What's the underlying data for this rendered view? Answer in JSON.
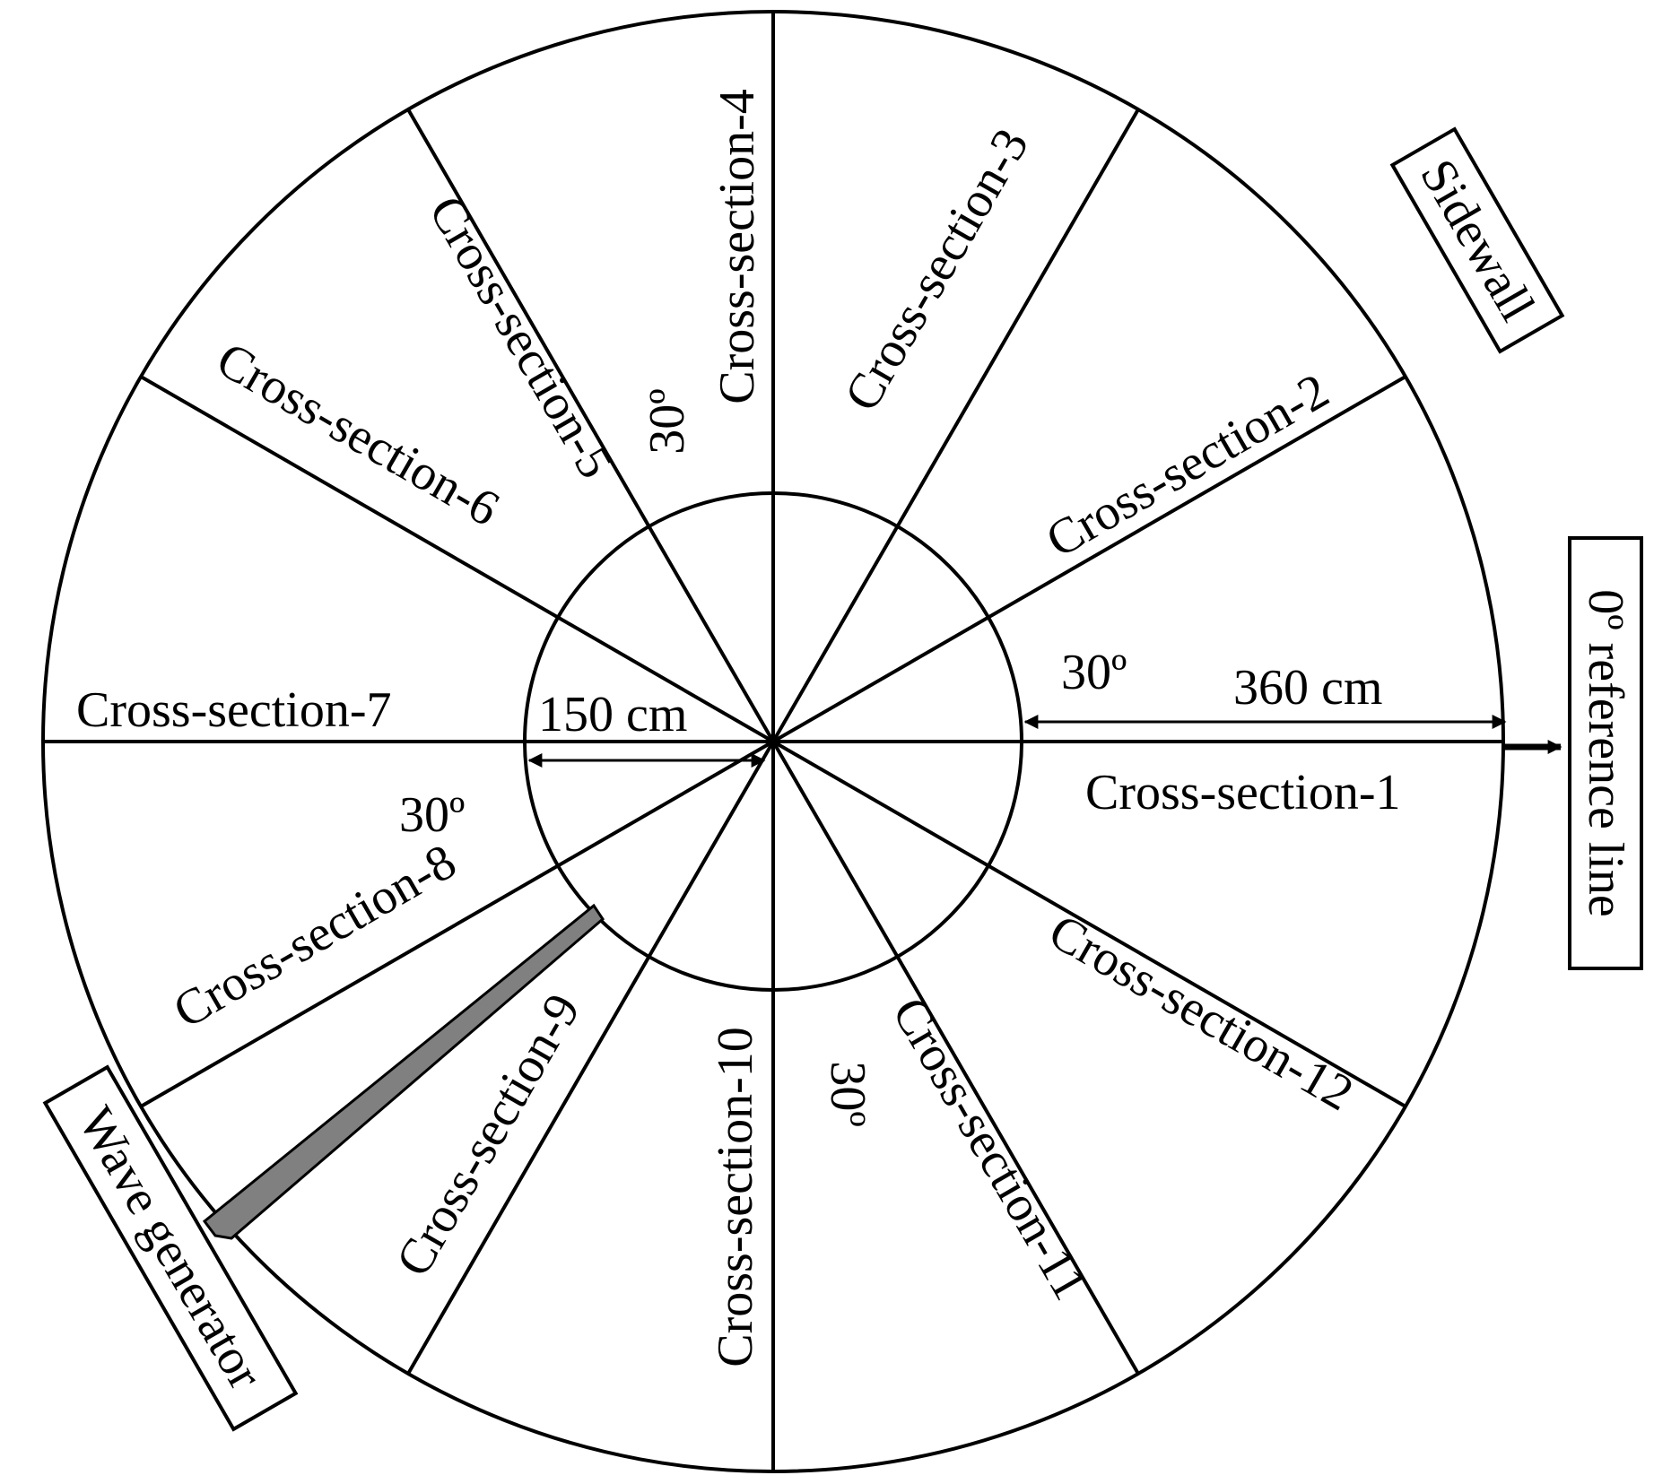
{
  "labels": {
    "cs1": "Cross-section-1",
    "cs2": "Cross-section-2",
    "cs3": "Cross-section-3",
    "cs4": "Cross-section-4",
    "cs5": "Cross-section-5",
    "cs6": "Cross-section-6",
    "cs7": "Cross-section-7",
    "cs8": "Cross-section-8",
    "cs9": "Cross-section-9",
    "cs10": "Cross-section-10",
    "cs11": "Cross-section-11",
    "cs12": "Cross-section-12",
    "sidewall": "Sidewall",
    "wave_generator": "Wave generator",
    "reference_line": "0º reference line",
    "outer_dim": "360 cm",
    "inner_dim": "150 cm",
    "angle": "30º"
  },
  "colors": {
    "line": "#000000",
    "wave_generator_fill": "#808080",
    "background": "#ffffff"
  }
}
